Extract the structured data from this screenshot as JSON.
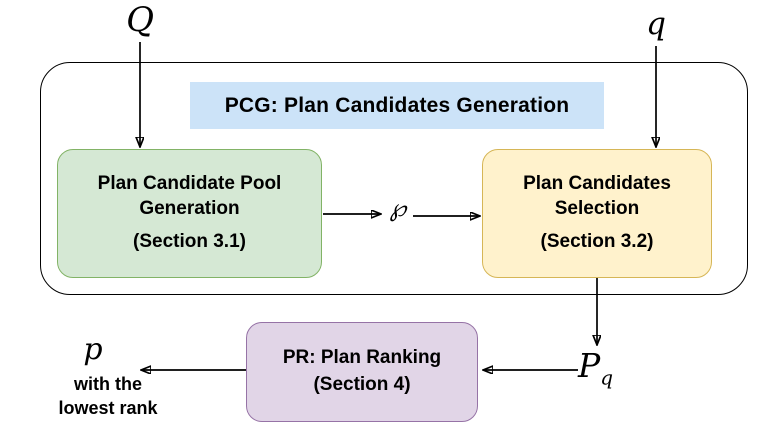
{
  "pcg_group": {
    "header": "PCG: Plan Candidates Generation",
    "header_bg": "#cce3f8",
    "border_color": "#000000"
  },
  "nodes": {
    "pool_generation": {
      "title_lines": [
        "Plan Candidate Pool",
        "Generation"
      ],
      "section": "(Section 3.1)",
      "fill": "#d5e8d4",
      "border": "#82b366"
    },
    "candidates_selection": {
      "title_lines": [
        "Plan Candidates",
        "Selection"
      ],
      "section": "(Section 3.2)",
      "fill": "#fff2cc",
      "border": "#d6b656"
    },
    "plan_ranking": {
      "title": "PR: Plan Ranking",
      "section": "(Section 4)",
      "fill": "#e1d5e7",
      "border": "#9673a6"
    }
  },
  "edge_labels": {
    "query_workload": "Q",
    "query": "q",
    "candidate_pool": "℘",
    "selected_plans_main": "P",
    "selected_plans_sub": "q",
    "output_plan": "p",
    "output_note_line1": "with the",
    "output_note_line2": "lowest rank"
  }
}
